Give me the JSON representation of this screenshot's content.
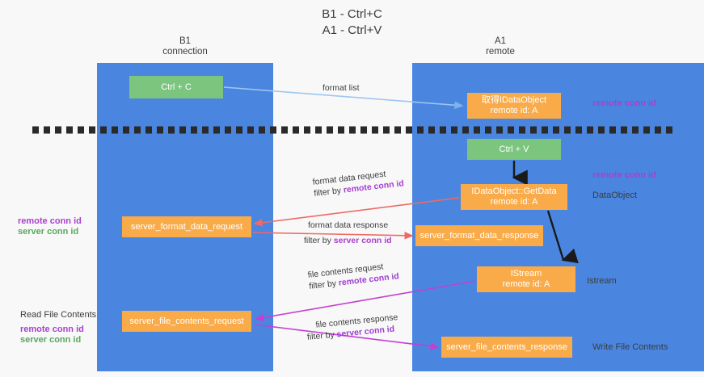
{
  "title": "B1 - Ctrl+C\nA1 - Ctrl+V",
  "lanes": {
    "left": {
      "header": "B1\nconnection"
    },
    "right": {
      "header": "A1\nremote"
    }
  },
  "boxes": {
    "ctrl_c": {
      "label": "Ctrl + C",
      "color": "#7cc57f"
    },
    "idataobject": {
      "line1": "取得IDataObject",
      "line2": "remote id: A",
      "color": "#f9ab49"
    },
    "ctrl_v": {
      "label": "Ctrl + V",
      "color": "#7cc57f"
    },
    "getdata": {
      "line1": "IDataObject::GetData",
      "line2": "remote id: A",
      "color": "#f9ab49"
    },
    "server_format_data_request": {
      "label": "server_format_data_request",
      "color": "#f9ab49"
    },
    "server_format_data_response": {
      "label": "server_format_data_response",
      "color": "#f9ab49"
    },
    "istream": {
      "line1": "IStream",
      "line2": "remote id: A",
      "color": "#f9ab49"
    },
    "server_file_contents_request": {
      "label": "server_file_contents_request",
      "color": "#f9ab49"
    },
    "server_file_contents_response": {
      "label": "server_file_contents_response",
      "color": "#f9ab49"
    }
  },
  "captions": {
    "format_list": "format list",
    "format_data_request": "format data request",
    "format_data_request_filter_prefix": "filter by ",
    "format_data_request_filter_key": "remote conn id",
    "format_data_response": "format data response",
    "format_data_response_filter_prefix": "filter by ",
    "format_data_response_filter_key": "server conn id",
    "file_contents_request": "file contents request",
    "file_contents_request_filter_prefix": "filter by ",
    "file_contents_request_filter_key": "remote conn id",
    "file_contents_response": "file contents response",
    "file_contents_response_filter_prefix": "filter by ",
    "file_contents_response_filter_key": "server conn id"
  },
  "side_labels": {
    "right_remote_conn_id_top": "remote conn id",
    "right_remote_conn_id_mid": "remote conn id",
    "dataobject": "DataObject",
    "istream": "Istream",
    "write_file_contents": "Write File Contents",
    "left_remote_conn_id": "remote conn id",
    "left_server_conn_id": "server conn id",
    "read_file_contents": "Read File Contents",
    "left_remote_conn_id_2": "remote conn id",
    "left_server_conn_id_2": "server conn id"
  },
  "colors": {
    "lane": "#4a86e0",
    "green_box": "#7cc57f",
    "orange_box": "#f9ab49",
    "purple_text": "#a93fd0",
    "green_text": "#5aa85e",
    "light_blue_arrow": "#9fc6ef",
    "red_arrow": "#ef6a63",
    "magenta_arrow": "#c43fd0",
    "black_arrow": "#1a1a1a",
    "background": "#f8f8f8"
  }
}
